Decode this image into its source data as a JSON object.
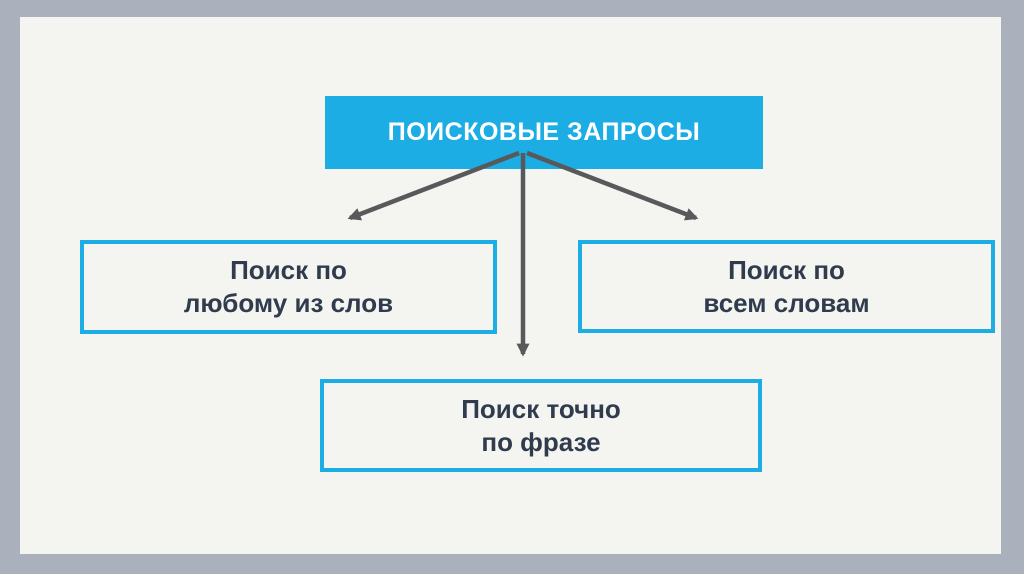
{
  "slide": {
    "background_color": "#f4f5f0",
    "frame_color": "#aab1bd",
    "accent_color": "#1cade4",
    "arrow_color": "#58595b",
    "text_color": "#303c4e"
  },
  "diagram": {
    "root": {
      "label": "ПОИСКОВЫЕ ЗАПРОСЫ"
    },
    "children": [
      {
        "id": "any-word",
        "line1": "Поиск по",
        "line2": "любому из слов"
      },
      {
        "id": "all-words",
        "line1": "Поиск по",
        "line2": "всем словам"
      },
      {
        "id": "exact-phrase",
        "line1": "Поиск точно",
        "line2": "по фразе"
      }
    ]
  }
}
